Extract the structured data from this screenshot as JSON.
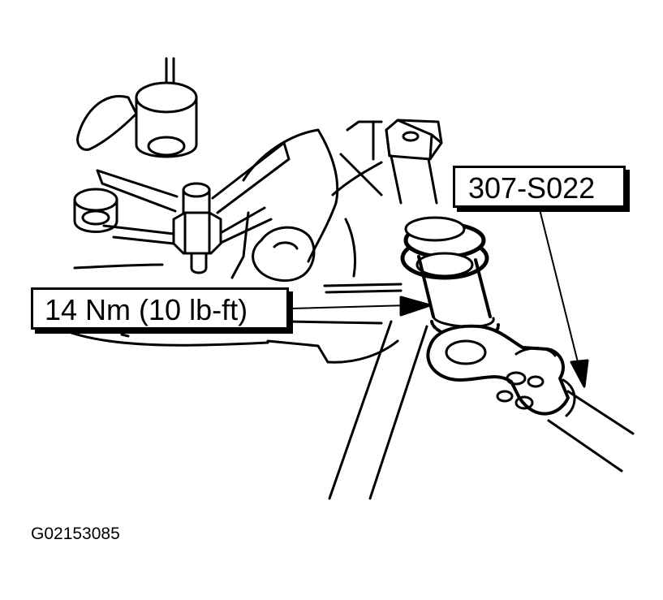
{
  "callouts": {
    "tool_number": "307-S022",
    "torque_spec": "14 Nm (10 lb-ft)"
  },
  "figure_id": "G02153085"
}
